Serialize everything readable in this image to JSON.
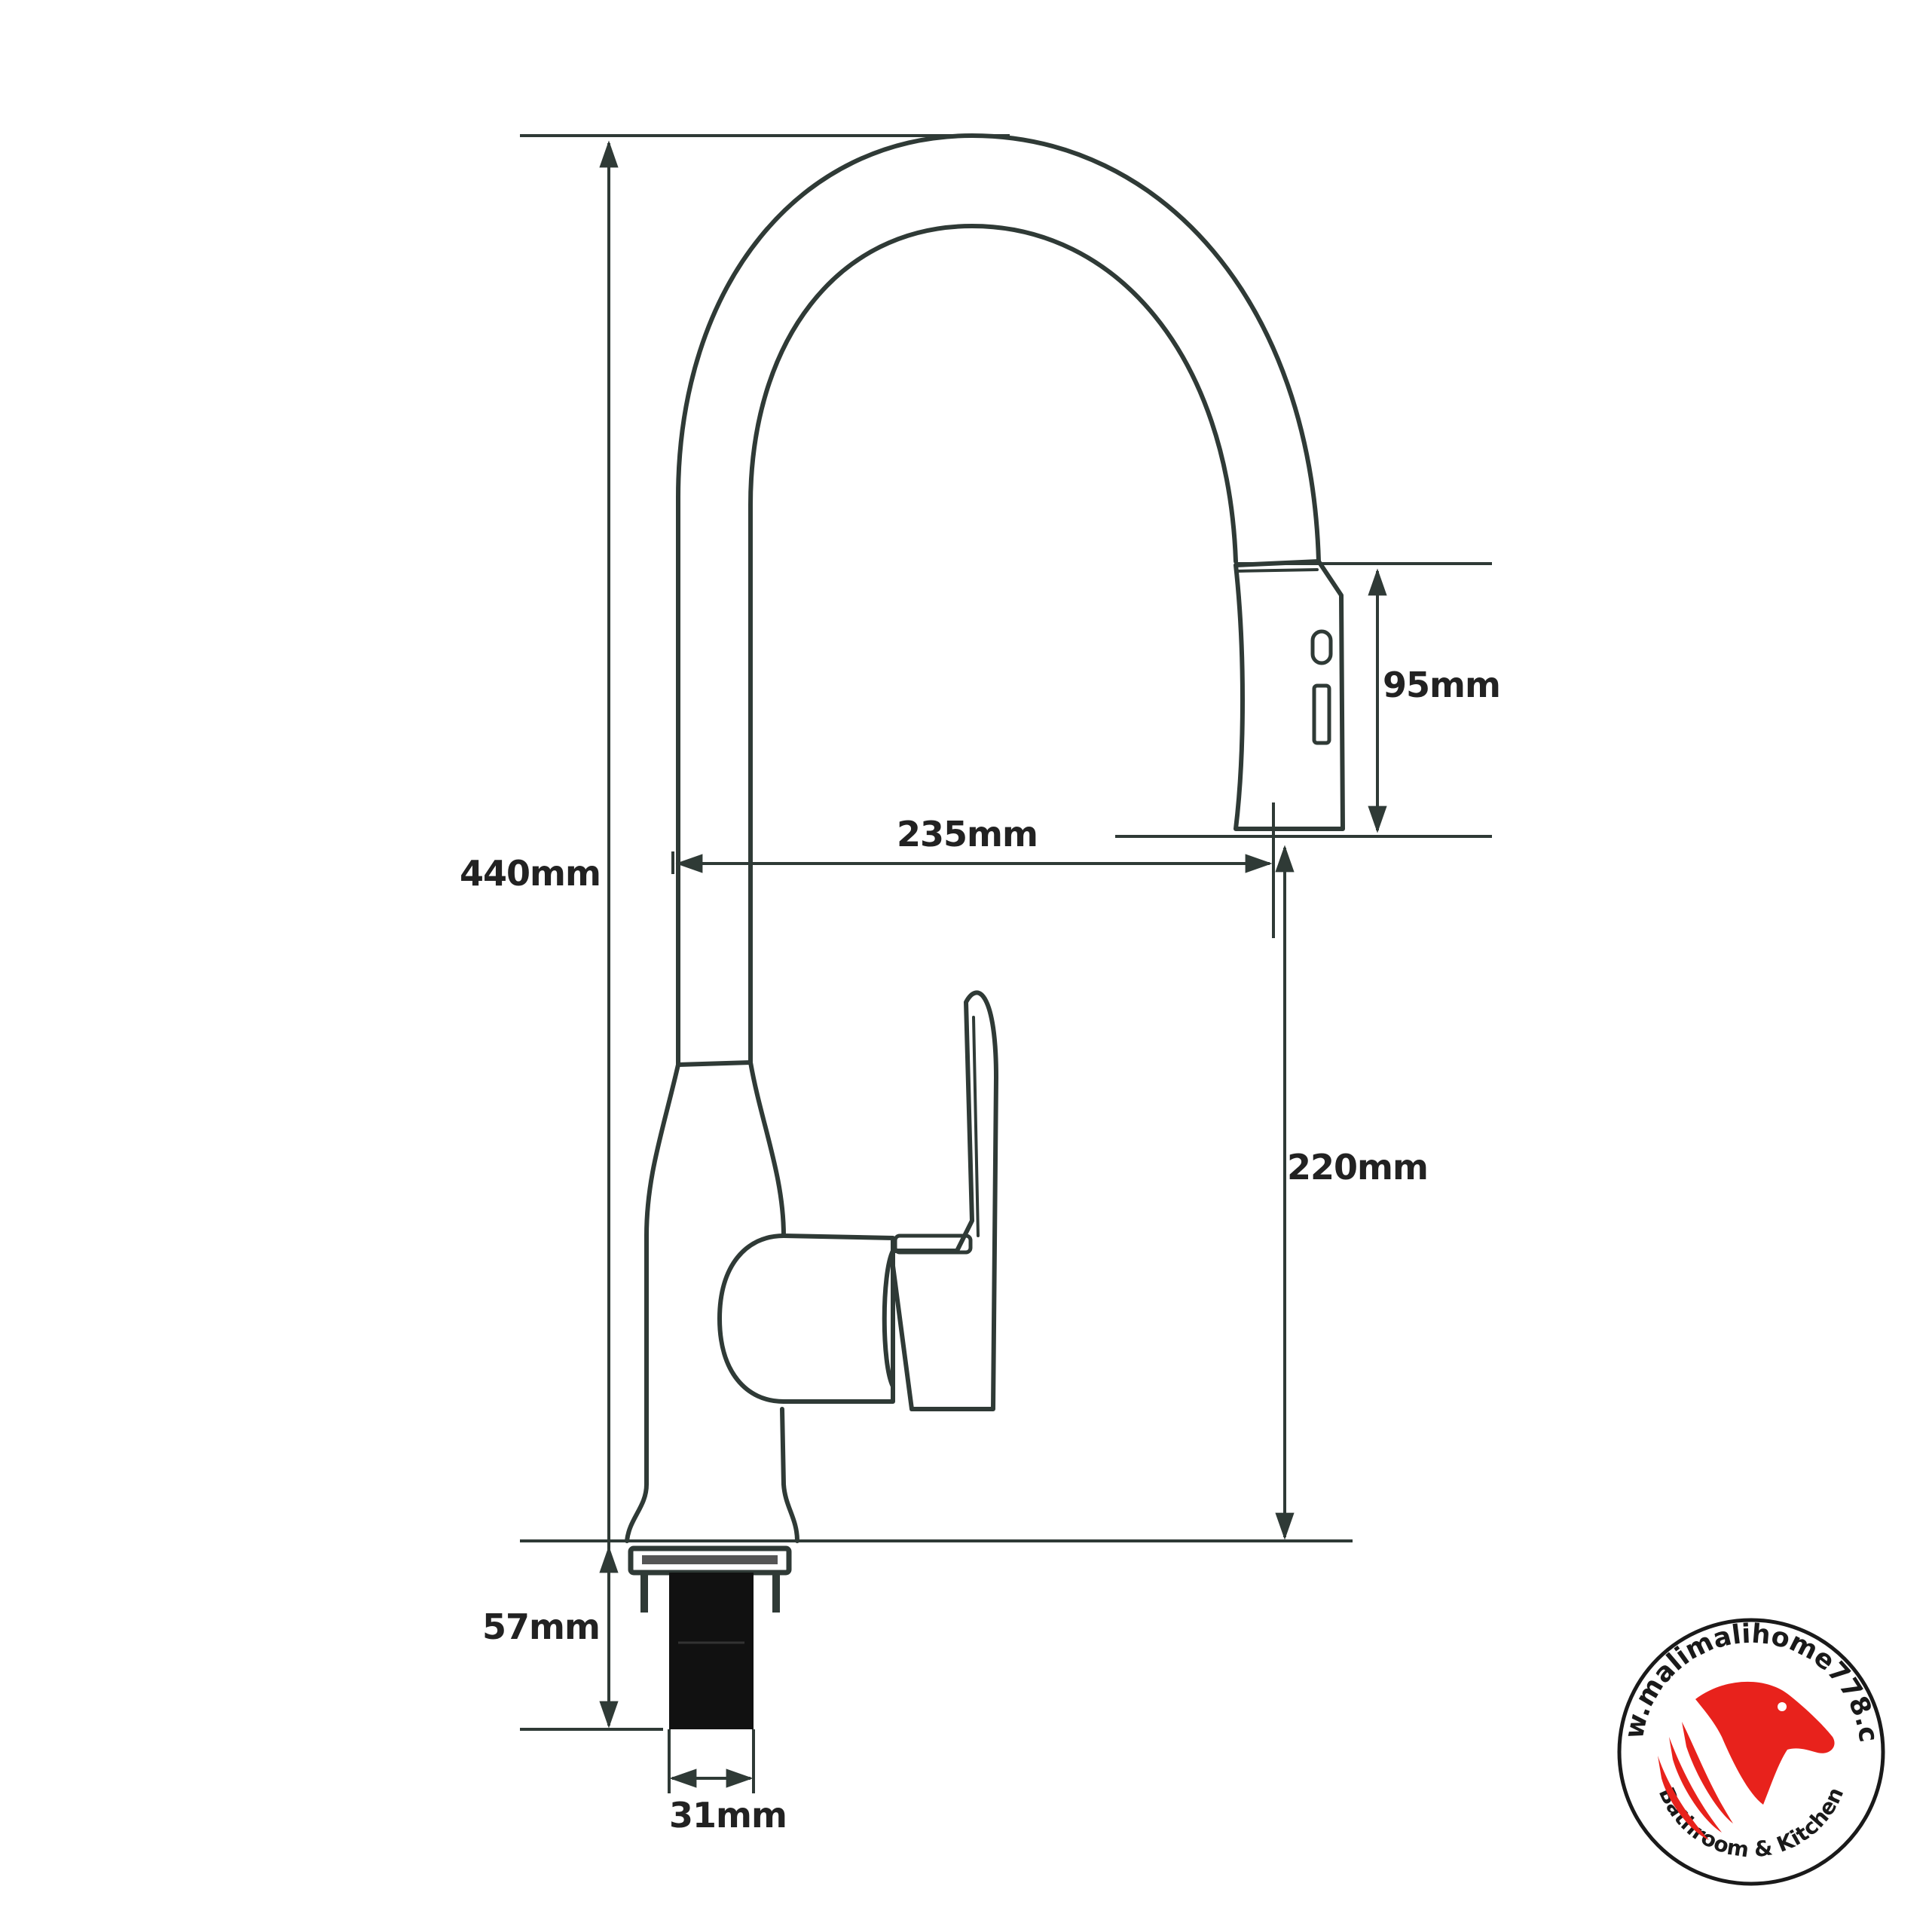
{
  "dimensions": {
    "total_height": "440mm",
    "spout_reach": "235mm",
    "spout_height": "220mm",
    "spray_head_length": "95mm",
    "shank_length": "57mm",
    "shank_diameter": "31mm"
  },
  "logo": {
    "website": "www.malimalihome778.com",
    "tagline": "Bathroom & Kitchen"
  },
  "colors": {
    "line": "#2f3a36",
    "text": "#222222",
    "shank_fill": "#111111",
    "logo_red": "#e8221c",
    "logo_border": "#1a1a1a"
  }
}
